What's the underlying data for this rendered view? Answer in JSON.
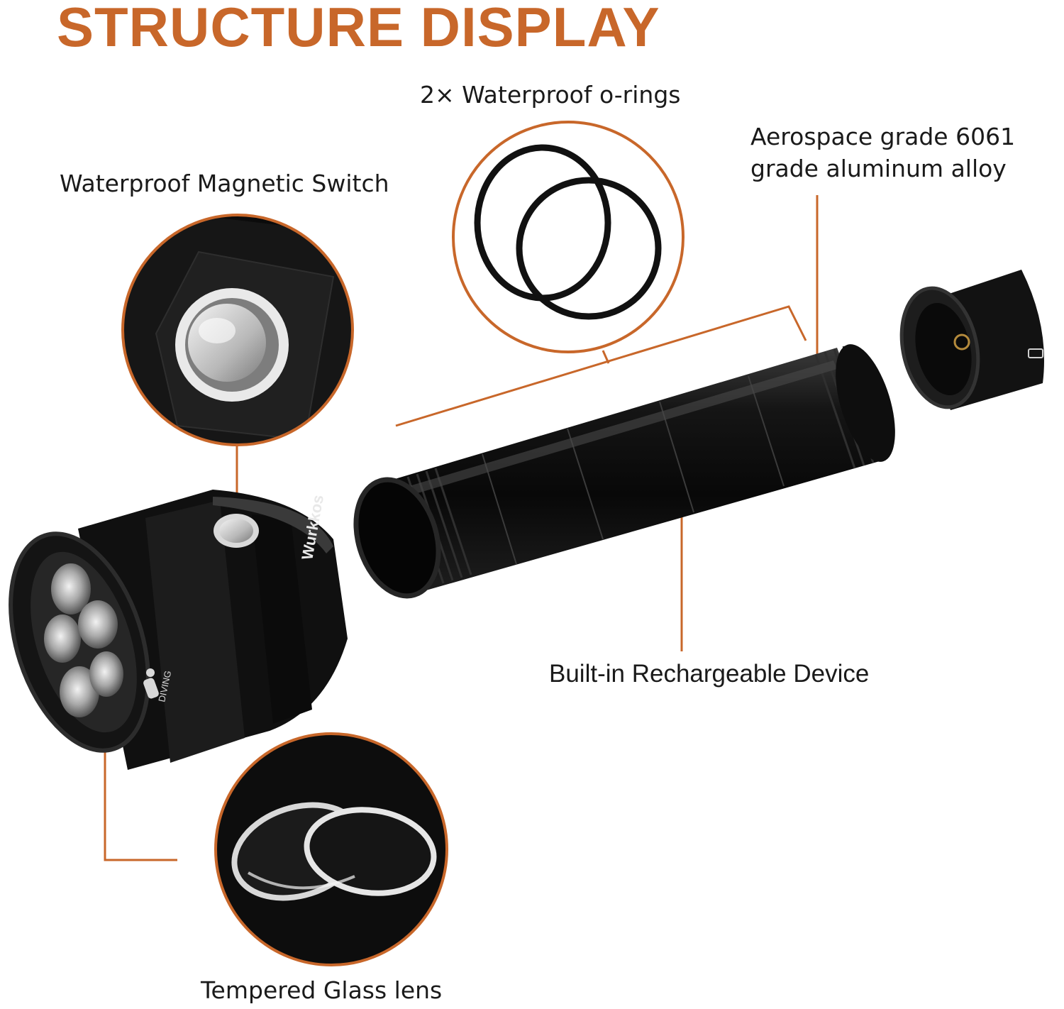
{
  "title": "STRUCTURE DISPLAY",
  "labels": {
    "switch": "Waterproof Magnetic Switch",
    "orings": "2× Waterproof o-rings",
    "alloy_line1": "Aerospace grade 6061",
    "alloy_line2": "grade aluminum alloy",
    "device": "Built-in Rechargeable Device",
    "lens": "Tempered Glass lens"
  },
  "product_markings": {
    "brand": "Wurkkos",
    "badge": "DIVING"
  },
  "colors": {
    "accent": "#c8672a",
    "body": "#111111",
    "text": "#1a1a1a"
  }
}
